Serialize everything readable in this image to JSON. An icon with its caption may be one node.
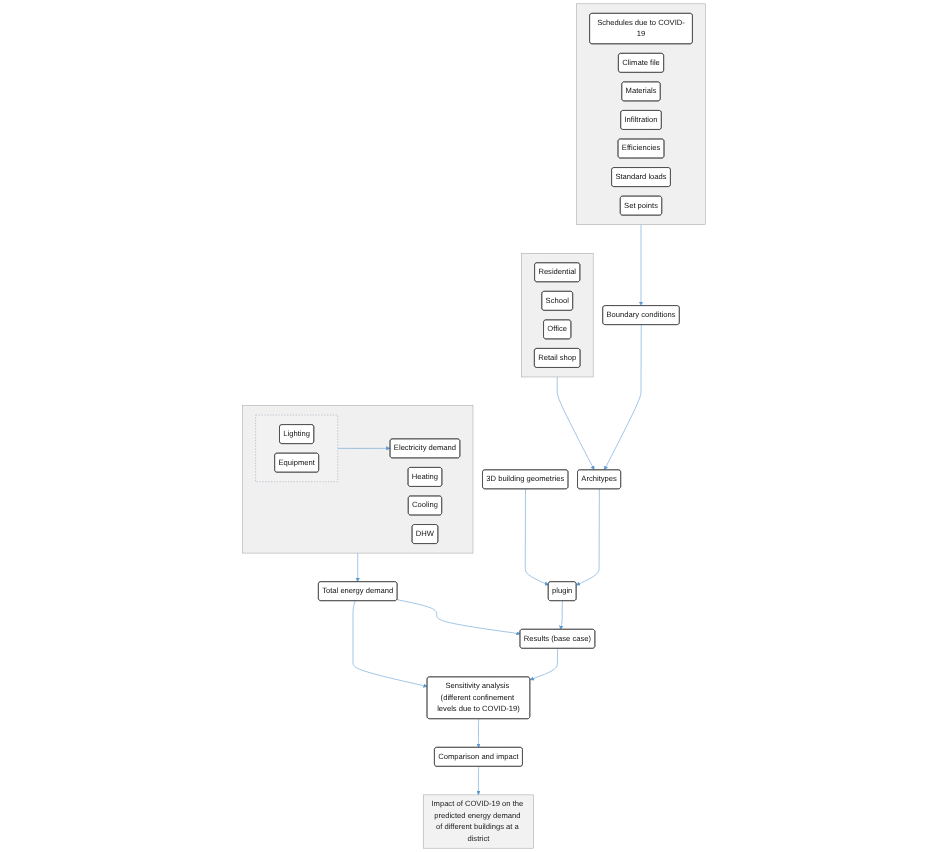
{
  "diagram": {
    "nodes": [
      {
        "text": [],
        "shape": "box"
      },
      {
        "text": [
          "Schedules due to COVID-19"
        ],
        "in": 0
      },
      {
        "text": [
          "Climate file"
        ],
        "in": 0
      },
      {
        "text": [
          "Materials"
        ],
        "in": 0
      },
      {
        "text": [
          "Infiltration"
        ],
        "in": 0
      },
      {
        "text": [
          "Efficiencies"
        ],
        "in": 0
      },
      {
        "text": [
          "Standard loads"
        ],
        "in": 0
      },
      {
        "text": [
          "Set points"
        ],
        "in": 0
      },
      {
        "text": [
          "3D building geometries"
        ]
      },
      {
        "text": [
          "Boundary conditions"
        ]
      },
      {
        "text": [
          "plugin"
        ]
      },
      {
        "text": [
          "Architypes"
        ]
      },
      {
        "text": [],
        "shape": "box"
      },
      {
        "text": [
          "Residential"
        ],
        "in": 12
      },
      {
        "text": [
          "School"
        ],
        "in": 12
      },
      {
        "text": [
          "Office"
        ],
        "in": 12
      },
      {
        "text": [
          "Retail shop"
        ],
        "in": 12
      },
      {
        "text": [
          "Results (base case)"
        ]
      },
      {
        "text": [
          "Total energy demand"
        ]
      },
      {
        "text": [],
        "shape": "box"
      },
      {
        "text": [
          "Heating"
        ],
        "in": 19
      },
      {
        "text": [],
        "shape": "box",
        "in": 19
      },
      {
        "text": [
          "Lighting"
        ],
        "in": 21
      },
      {
        "text": [
          "Equipment"
        ],
        "in": 21
      },
      {
        "text": [
          "Cooling"
        ],
        "in": 19
      },
      {
        "text": [
          "DHW"
        ],
        "in": 19
      },
      {
        "text": [
          "Electricity demand"
        ],
        "in": 19
      },
      {
        "text": [
          "Sensitivity analysis (different confinement levels due to COVID-19)"
        ]
      },
      {
        "text": [
          "Comparison and impact"
        ]
      },
      {
        "text": [
          "Impact of COVID-19 on the predicted energy demand of different buildings at a district"
        ]
      }
    ],
    "edges": [
      {
        "from": 0,
        "to": 9,
        "arrow": "to"
      },
      {
        "from": 9,
        "to": 11,
        "arrow": "to"
      },
      {
        "from": 8,
        "to": 10,
        "arrow": "to"
      },
      {
        "from": 12,
        "to": 11,
        "arrow": "to"
      },
      {
        "from": 11,
        "to": 10,
        "arrow": "to"
      },
      {
        "from": 10,
        "to": 17,
        "arrow": "to"
      },
      {
        "from": 19,
        "to": 18,
        "arrow": "to"
      },
      {
        "from": 21,
        "to": 26,
        "arrow": "to"
      },
      {
        "from": 18,
        "to": 17,
        "arrow": "to"
      },
      {
        "from": 18,
        "to": 27,
        "arrow": "to"
      },
      {
        "from": 17,
        "to": 27,
        "arrow": "to"
      },
      {
        "from": 27,
        "to": 28,
        "arrow": "to"
      },
      {
        "from": 28,
        "to": 29,
        "arrow": "to"
      }
    ]
  }
}
